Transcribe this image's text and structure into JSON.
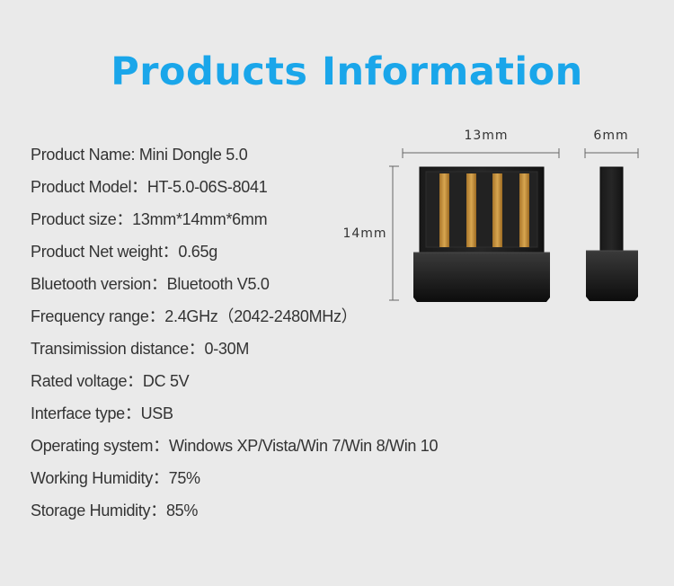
{
  "title": "Products Information",
  "theme": {
    "title_color": "#1aa6ea",
    "background": "#eaeaea",
    "text_color": "#333333"
  },
  "specs": [
    "Product Name: Mini Dongle 5.0",
    "Product Model：HT-5.0-06S-8041",
    "Product size：13mm*14mm*6mm",
    "Product Net weight：0.65g",
    "Bluetooth version：Bluetooth V5.0",
    "Frequency range：2.4GHz（2042-2480MHz）",
    "Transimission distance：0-30M",
    "Rated voltage：DC 5V",
    "Interface type：USB",
    "Operating system：Windows XP/Vista/Win 7/Win 8/Win 10",
    "Working Humidity：75%",
    "Storage Humidity：85%"
  ],
  "dimensions": {
    "width_label": "13mm",
    "height_label": "14mm",
    "depth_label": "6mm"
  }
}
